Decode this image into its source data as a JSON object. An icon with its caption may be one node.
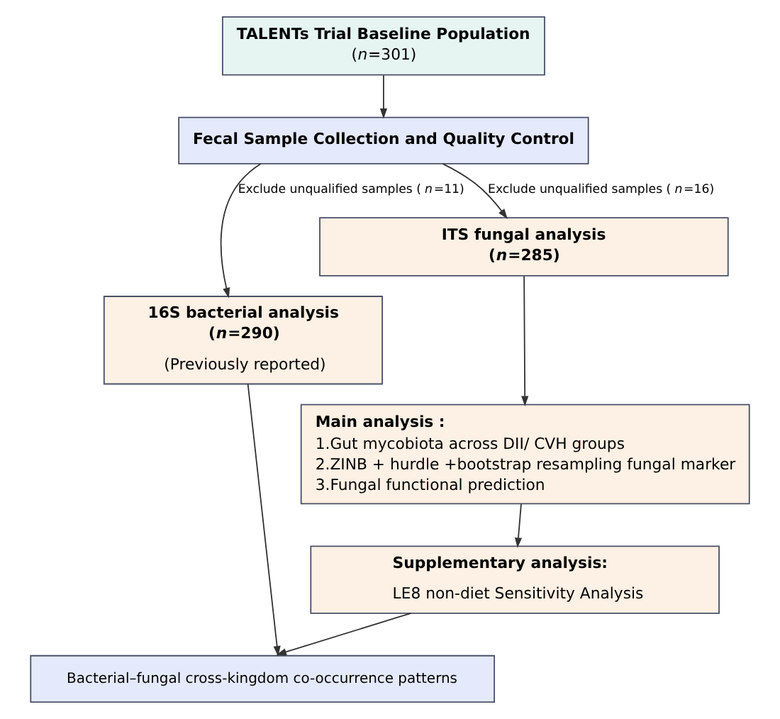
{
  "diagram": {
    "nodes": [
      {
        "text": [
          "TALENTs Trial Baseline Population",
          "(*n*=301)"
        ]
      },
      {
        "text": [
          "Fecal Sample Collection and Quality Control"
        ]
      },
      {
        "text": [
          "16S bacterial analysis",
          "(*n*=290)",
          "(Previously reported)"
        ]
      },
      {
        "text": [
          "ITS fungal analysis",
          "(*n*=285)"
        ]
      },
      {
        "text": [
          "Main analysis :",
          "1.Gut mycobiota across DII/ CVH groups",
          "2.ZINB + hurdle +bootstrap resampling fungal marker",
          "3.Fungal functional prediction"
        ]
      },
      {
        "text": [
          "Supplementary analysis:",
          "LE8 non-diet Sensitivity Analysis"
        ]
      },
      {
        "text": [
          "Bacterial–fungal cross-kingdom co-occurrence patterns"
        ]
      }
    ],
    "edges": [
      {
        "from": 0,
        "to": 1,
        "arrow": "to"
      },
      {
        "from": 1,
        "to": 2,
        "arrow": "to",
        "label": "Exclude unqualified samples (*n*=11)"
      },
      {
        "from": 1,
        "to": 3,
        "arrow": "to",
        "label": "Exclude unqualified samples (*n*=16)"
      },
      {
        "from": 3,
        "to": 4,
        "arrow": "to"
      },
      {
        "from": 4,
        "to": 5,
        "arrow": "to"
      },
      {
        "from": 2,
        "to": 6,
        "arrow": "to"
      },
      {
        "from": 5,
        "to": 6,
        "arrow": "to"
      }
    ]
  }
}
